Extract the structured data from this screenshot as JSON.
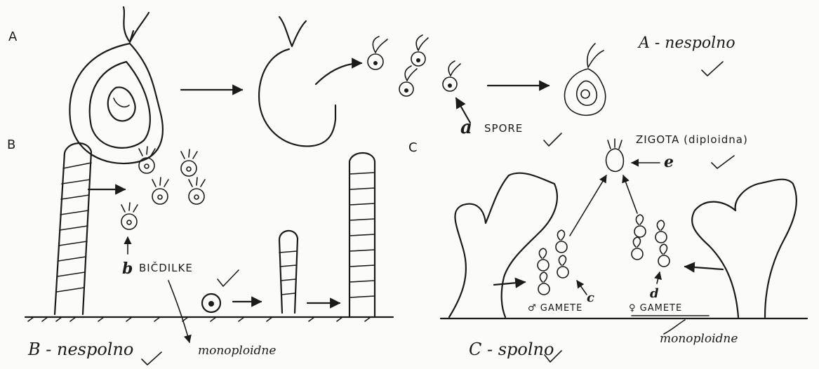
{
  "panels": {
    "A": {
      "letter": "A",
      "caption": "A - nespolno",
      "spore_marker": "a",
      "spore_label": "SPORE"
    },
    "B": {
      "letter": "B",
      "caption": "B - nespolno",
      "swarmer_marker": "b",
      "swarmer_label": "BIČDILKE",
      "note": "monoploidne"
    },
    "C": {
      "letter": "C",
      "zygote_label": "ZIGOTA (diploidna)",
      "zygote_marker": "e",
      "gamete_left_marker": "c",
      "gamete_left_label": "♂ GAMETE",
      "gamete_right_marker": "d",
      "gamete_right_label": "♀ GAMETE",
      "caption": "C - spolno",
      "note": "monoploidne"
    }
  },
  "ink_color": "#1b1b1b"
}
